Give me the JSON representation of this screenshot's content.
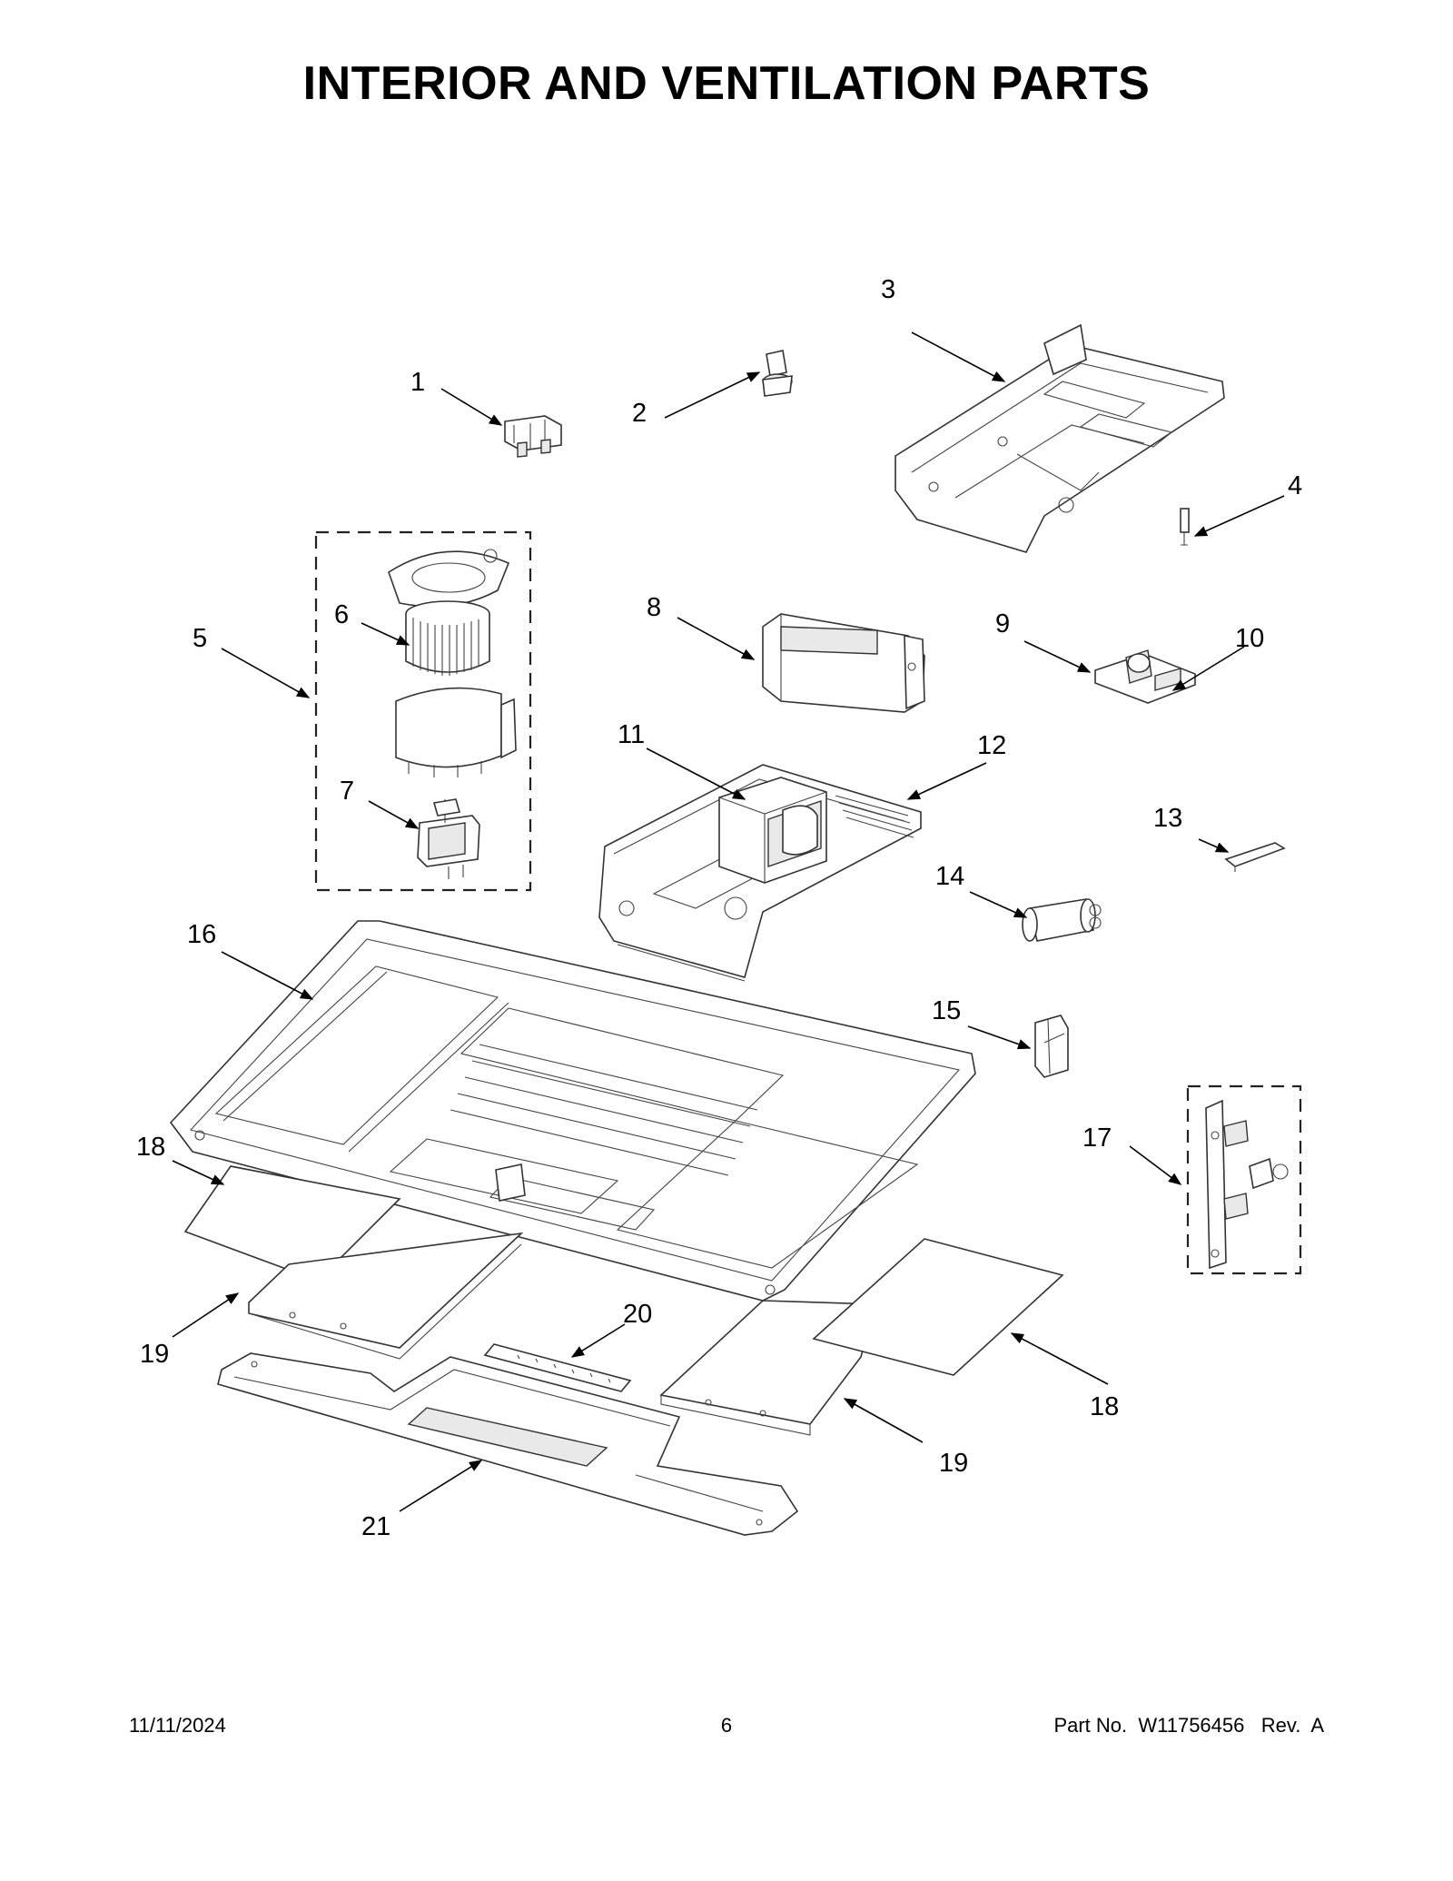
{
  "title": "INTERIOR AND VENTILATION PARTS",
  "callouts": [
    {
      "id": "c1",
      "label": "1"
    },
    {
      "id": "c2",
      "label": "2"
    },
    {
      "id": "c3",
      "label": "3"
    },
    {
      "id": "c4",
      "label": "4"
    },
    {
      "id": "c5",
      "label": "5"
    },
    {
      "id": "c6",
      "label": "6"
    },
    {
      "id": "c7",
      "label": "7"
    },
    {
      "id": "c8",
      "label": "8"
    },
    {
      "id": "c9",
      "label": "9"
    },
    {
      "id": "c10",
      "label": "10"
    },
    {
      "id": "c11",
      "label": "11"
    },
    {
      "id": "c12",
      "label": "12"
    },
    {
      "id": "c13",
      "label": "13"
    },
    {
      "id": "c14",
      "label": "14"
    },
    {
      "id": "c15",
      "label": "15"
    },
    {
      "id": "c16",
      "label": "16"
    },
    {
      "id": "c17",
      "label": "17"
    },
    {
      "id": "c18a",
      "label": "18"
    },
    {
      "id": "c18b",
      "label": "18"
    },
    {
      "id": "c19a",
      "label": "19"
    },
    {
      "id": "c19b",
      "label": "19"
    },
    {
      "id": "c20",
      "label": "20"
    },
    {
      "id": "c21",
      "label": "21"
    }
  ],
  "footer": {
    "date": "11/11/2024",
    "page": "6",
    "part_number": "Part No.  W11756456   Rev.  A"
  }
}
